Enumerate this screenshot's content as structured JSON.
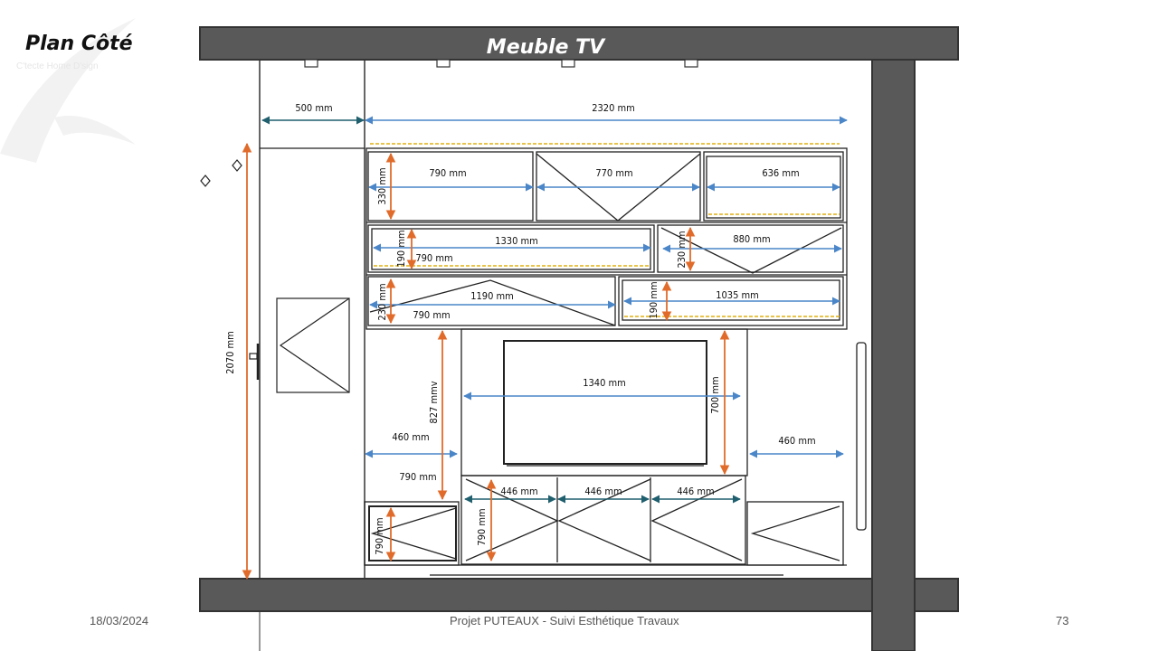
{
  "slide": {
    "title": "Plan Côté",
    "watermark": "C'tecte Home D'sign"
  },
  "drawing": {
    "title": "Meuble TV",
    "dimensions": {
      "side_width": "500 mm",
      "total_width": "2320 mm",
      "total_height": "2070 mm",
      "row1_left_width": "790 mm",
      "row1_mid_width": "770 mm",
      "row1_right_width": "636 mm",
      "row1_height": "330 mm",
      "row2_left_outer": "1330 mm",
      "row2_left_inner": "790 mm",
      "row2_left_height": "190 mm",
      "row2_right_width": "880 mm",
      "row2_right_height": "230 mm",
      "row3_left_width": "1190 mm",
      "row3_left_inner": "790 mm",
      "row3_left_height": "230 mm",
      "row3_right_width": "1035 mm",
      "row3_right_height": "190 mm",
      "niche_left_height": "827 mmv",
      "niche_left_width": "460 mm",
      "niche_left_depth": "790 mm",
      "tv_width": "1340 mm",
      "tv_height": "700 mm",
      "niche_right_width": "460 mm",
      "drawer_width": "446  mm",
      "drawer_width_alt": "446 mm",
      "bottom_height": "790 mm"
    }
  },
  "footer": {
    "date": "18/03/2024",
    "project": "Projet PUTEAUX - Suivi Esthétique Travaux",
    "page": "73"
  }
}
